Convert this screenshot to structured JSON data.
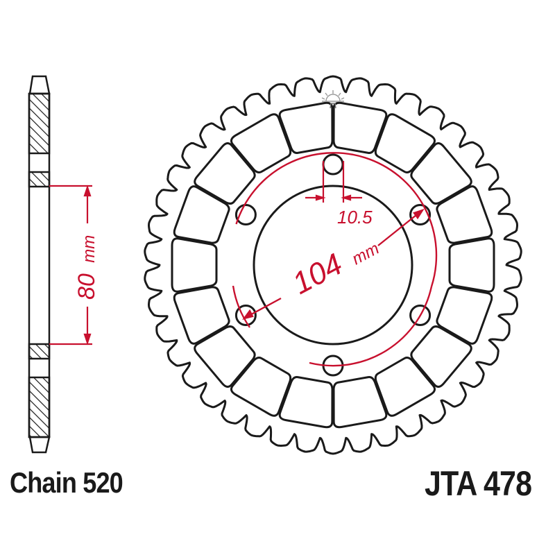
{
  "diagram": {
    "type": "motorcycle rear sprocket technical drawing",
    "colors": {
      "outline": "#1a1a1a",
      "dimension": "#c8102e",
      "logo": "#9a9a9a",
      "background": "#ffffff"
    },
    "labels": {
      "chain": "Chain 520",
      "part_number": "JTA 478"
    },
    "dimensions": {
      "hub_thickness": {
        "value": "80",
        "unit": "mm"
      },
      "bolt_circle_diameter": {
        "value": "104",
        "unit": "mm"
      },
      "bolt_hole_diameter": {
        "value": "10.5"
      }
    },
    "features": {
      "bolt_holes": 6,
      "lightening_windows": 18
    },
    "side_view": {
      "hatched_sections": [
        "top-rim",
        "upper-hub-flange",
        "lower-hub-flange",
        "bottom-rim"
      ]
    },
    "logo": "sun-logo-icon"
  }
}
